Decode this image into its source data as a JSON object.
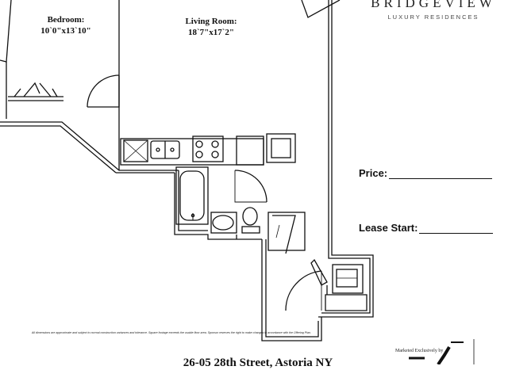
{
  "brand": {
    "name": "BRIDGEVIEW",
    "tagline": "LUXURY RESIDENCES"
  },
  "rooms": {
    "bedroom": {
      "name": "Bedroom:",
      "size": "10`0\"x13`10\""
    },
    "living": {
      "name": "Living Room:",
      "size": "18`7\"x17`2\""
    }
  },
  "fields": {
    "price": "Price:",
    "lease_start": "Lease Start:"
  },
  "disclaimer": "All dimensions are approximate and subject to normal construction variances and tolerance. Square footage exceeds the usable floor area. Sponsor reserves the right to make changes in accordance with the Offering Plan.",
  "marketed_by": "Marketed Exclusively by",
  "address": "26-05 28th Street, Astoria NY",
  "colors": {
    "line": "#111111",
    "background": "#ffffff"
  }
}
